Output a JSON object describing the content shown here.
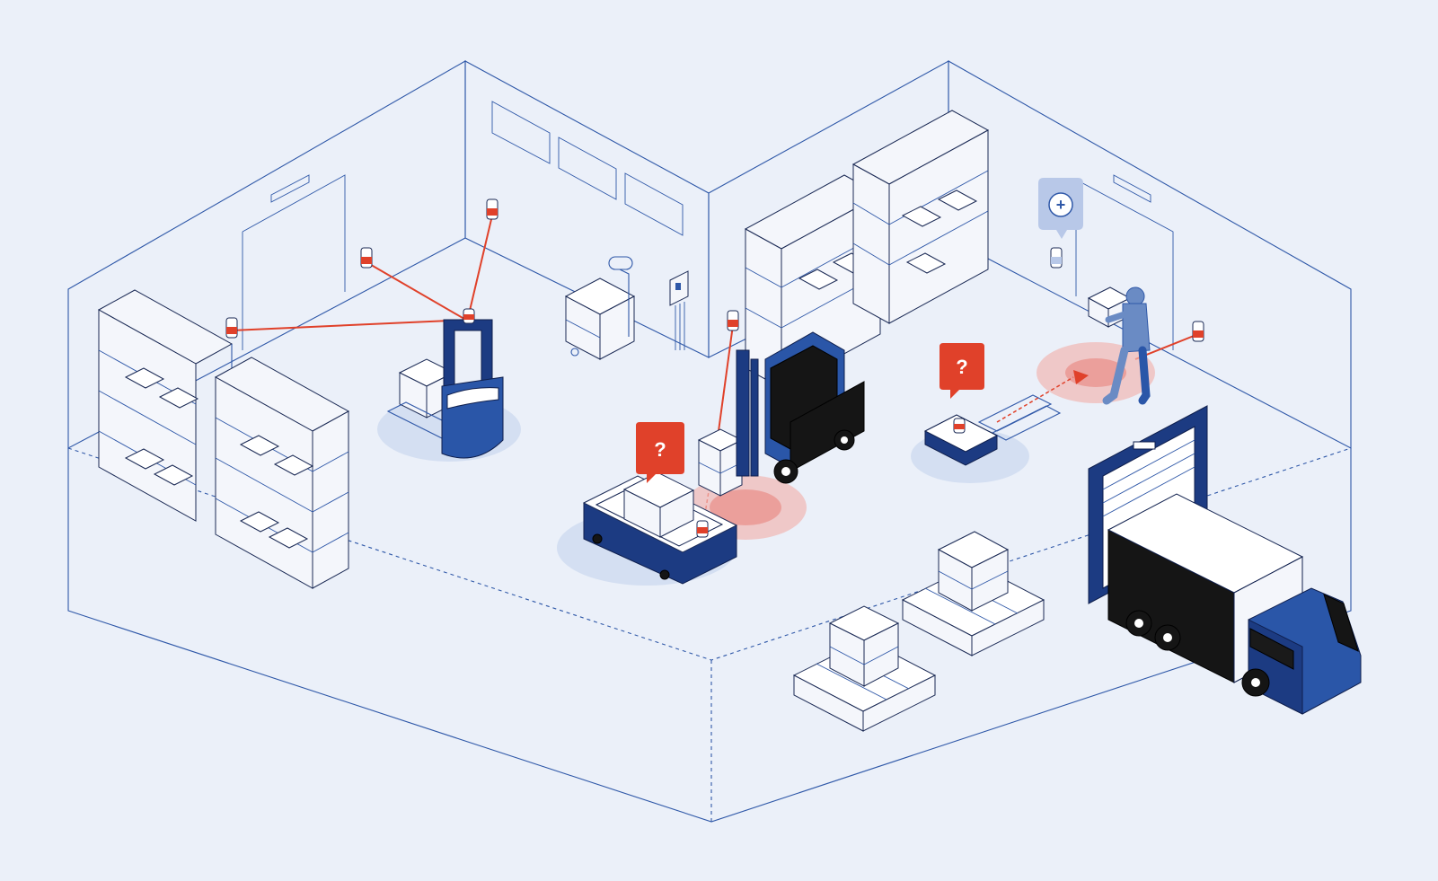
{
  "scene": {
    "alert_symbol": "?",
    "help_symbol": "+",
    "colors": {
      "background": "#ebf0f9",
      "line": "#2f58a8",
      "robot_blue": "#2a56a8",
      "alert_red": "#e0412a",
      "truck_black": "#151515",
      "help_badge": "#b8c8e8"
    },
    "icons": [
      "shelving-unit",
      "autonomous-forklift",
      "forklift-truck",
      "mobile-robot",
      "pallet-jack-robot",
      "lidar-beacon",
      "worker",
      "delivery-truck",
      "loading-dock-door",
      "pallet-with-boxes",
      "question-badge",
      "help-badge"
    ]
  }
}
